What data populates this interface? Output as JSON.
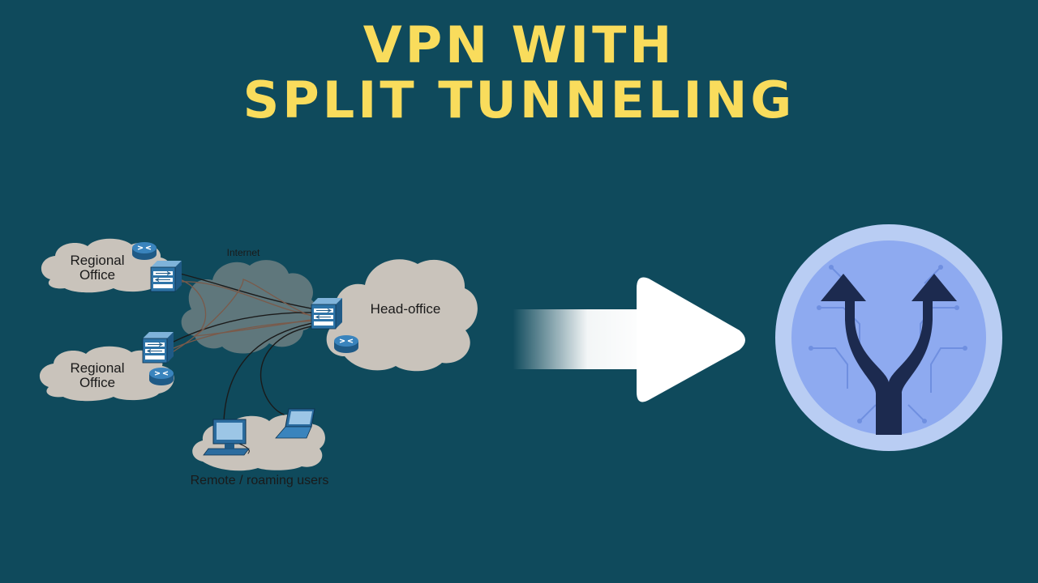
{
  "title": {
    "line1": "VPN  WITH",
    "line2": "SPLIT  TUNNELING"
  },
  "diagram": {
    "internet_label": "Internet",
    "regional_office_top": [
      "Regional",
      "Office"
    ],
    "regional_office_bottom": [
      "Regional",
      "Office"
    ],
    "head_office_label": "Head-office",
    "remote_users_label": "Remote / roaming users"
  },
  "icons": {
    "arrow": "right-arrow-icon",
    "split": "split-tunnel-icon",
    "router": "router-icon",
    "firewall": "firewall-icon",
    "desktop": "desktop-computer-icon",
    "laptop": "laptop-icon"
  },
  "colors": {
    "background": "#0f4a5c",
    "title": "#f9dc5c",
    "cloud": "#c8c2ba",
    "device": "#2b6c9f",
    "badge_ring": "#b9cdf3",
    "badge_inner": "#8eaaf0",
    "split_arrow": "#1c2a4f"
  }
}
